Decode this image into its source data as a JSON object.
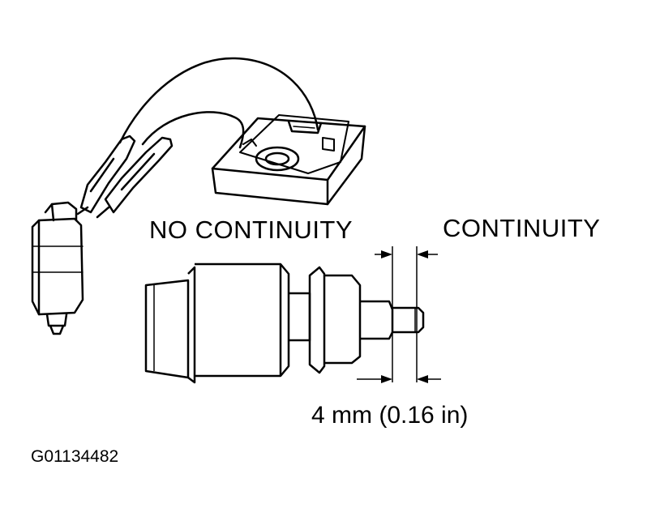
{
  "labels": {
    "no_continuity": "NO CONTINUITY",
    "continuity": "CONTINUITY",
    "dimension": "4 mm (0.16 in)",
    "figure_code": "G01134482"
  },
  "colors": {
    "line": "#000000",
    "background": "#ffffff"
  }
}
